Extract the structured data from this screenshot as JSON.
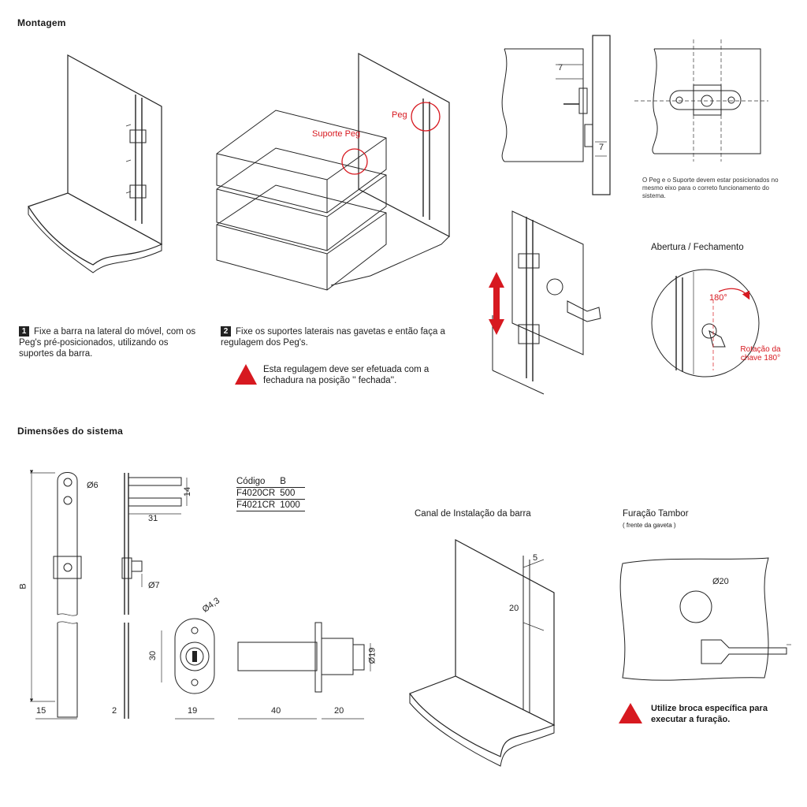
{
  "sections": {
    "montagem": "Montagem",
    "dimensoes": "Dimensões do sistema"
  },
  "labels": {
    "suporte_peg": "Suporte Peg",
    "peg": "Peg",
    "abertura": "Abertura / Fechamento",
    "angle": "180°",
    "rotacao": "Rotação da chave 180°",
    "canal": "Canal de Instalação da barra",
    "furacao": "Furação Tambor",
    "furacao_sub": "( frente da gaveta )"
  },
  "steps": [
    {
      "num": "1",
      "text": "Fixe a barra na lateral do móvel, com os Peg's pré-posicionados, utilizando os suportes da barra."
    },
    {
      "num": "2",
      "text": "Fixe os suportes laterais nas gavetas e então faça a regulagem dos Peg's."
    }
  ],
  "warnings": {
    "regulagem": "Esta regulagem deve ser efetuada com a fechadura na posição '' fechada''.",
    "peg_note": "O Peg e o Suporte devem estar posicionados no mesmo eixo para o correto funcionamento do sistema.",
    "broca": "Utilize broca específica para executar a furação."
  },
  "table": {
    "headers": [
      "Código",
      "B"
    ],
    "rows": [
      [
        "F4020CR",
        "500"
      ],
      [
        "F4021CR",
        "1000"
      ]
    ]
  },
  "dims": {
    "peg_gap_top": "7",
    "peg_gap_bottom": "7",
    "hole_dia": "Ø6",
    "length_b": "B",
    "width_15": "15",
    "thick_2": "2",
    "peg_14": "14",
    "peg_31": "31",
    "peg_dia": "Ø7",
    "screw_dia": "Ø4,3",
    "height_30": "30",
    "width_19": "19",
    "cyl_dia": "Ø19",
    "len_40": "40",
    "len_20": "20",
    "canal_5": "5",
    "canal_20": "20",
    "hole_20": "Ø20"
  },
  "colors": {
    "accent_red": "#d71920",
    "line": "#222222"
  }
}
